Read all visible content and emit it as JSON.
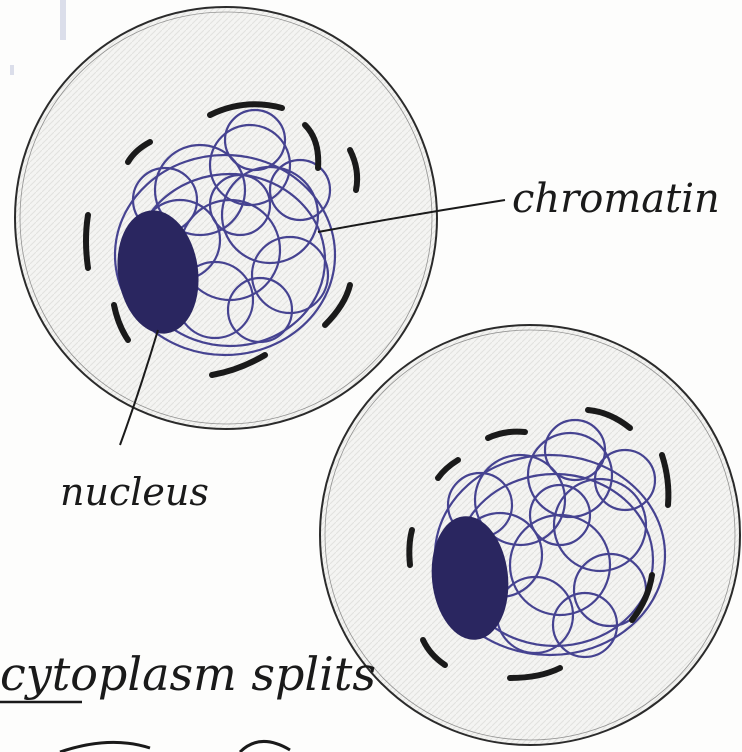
{
  "labels": {
    "chromatin": "chromatin",
    "nucleus": "nucleus",
    "caption": "cytoplasm splits"
  },
  "colors": {
    "paper": "#fdfdfc",
    "cell_outline": "#2b2b2b",
    "chromatin": "#3d3a8c",
    "nucleolus": "#2a2660",
    "envelope": "#1a1a1a",
    "ink": "#1a1a1a"
  }
}
